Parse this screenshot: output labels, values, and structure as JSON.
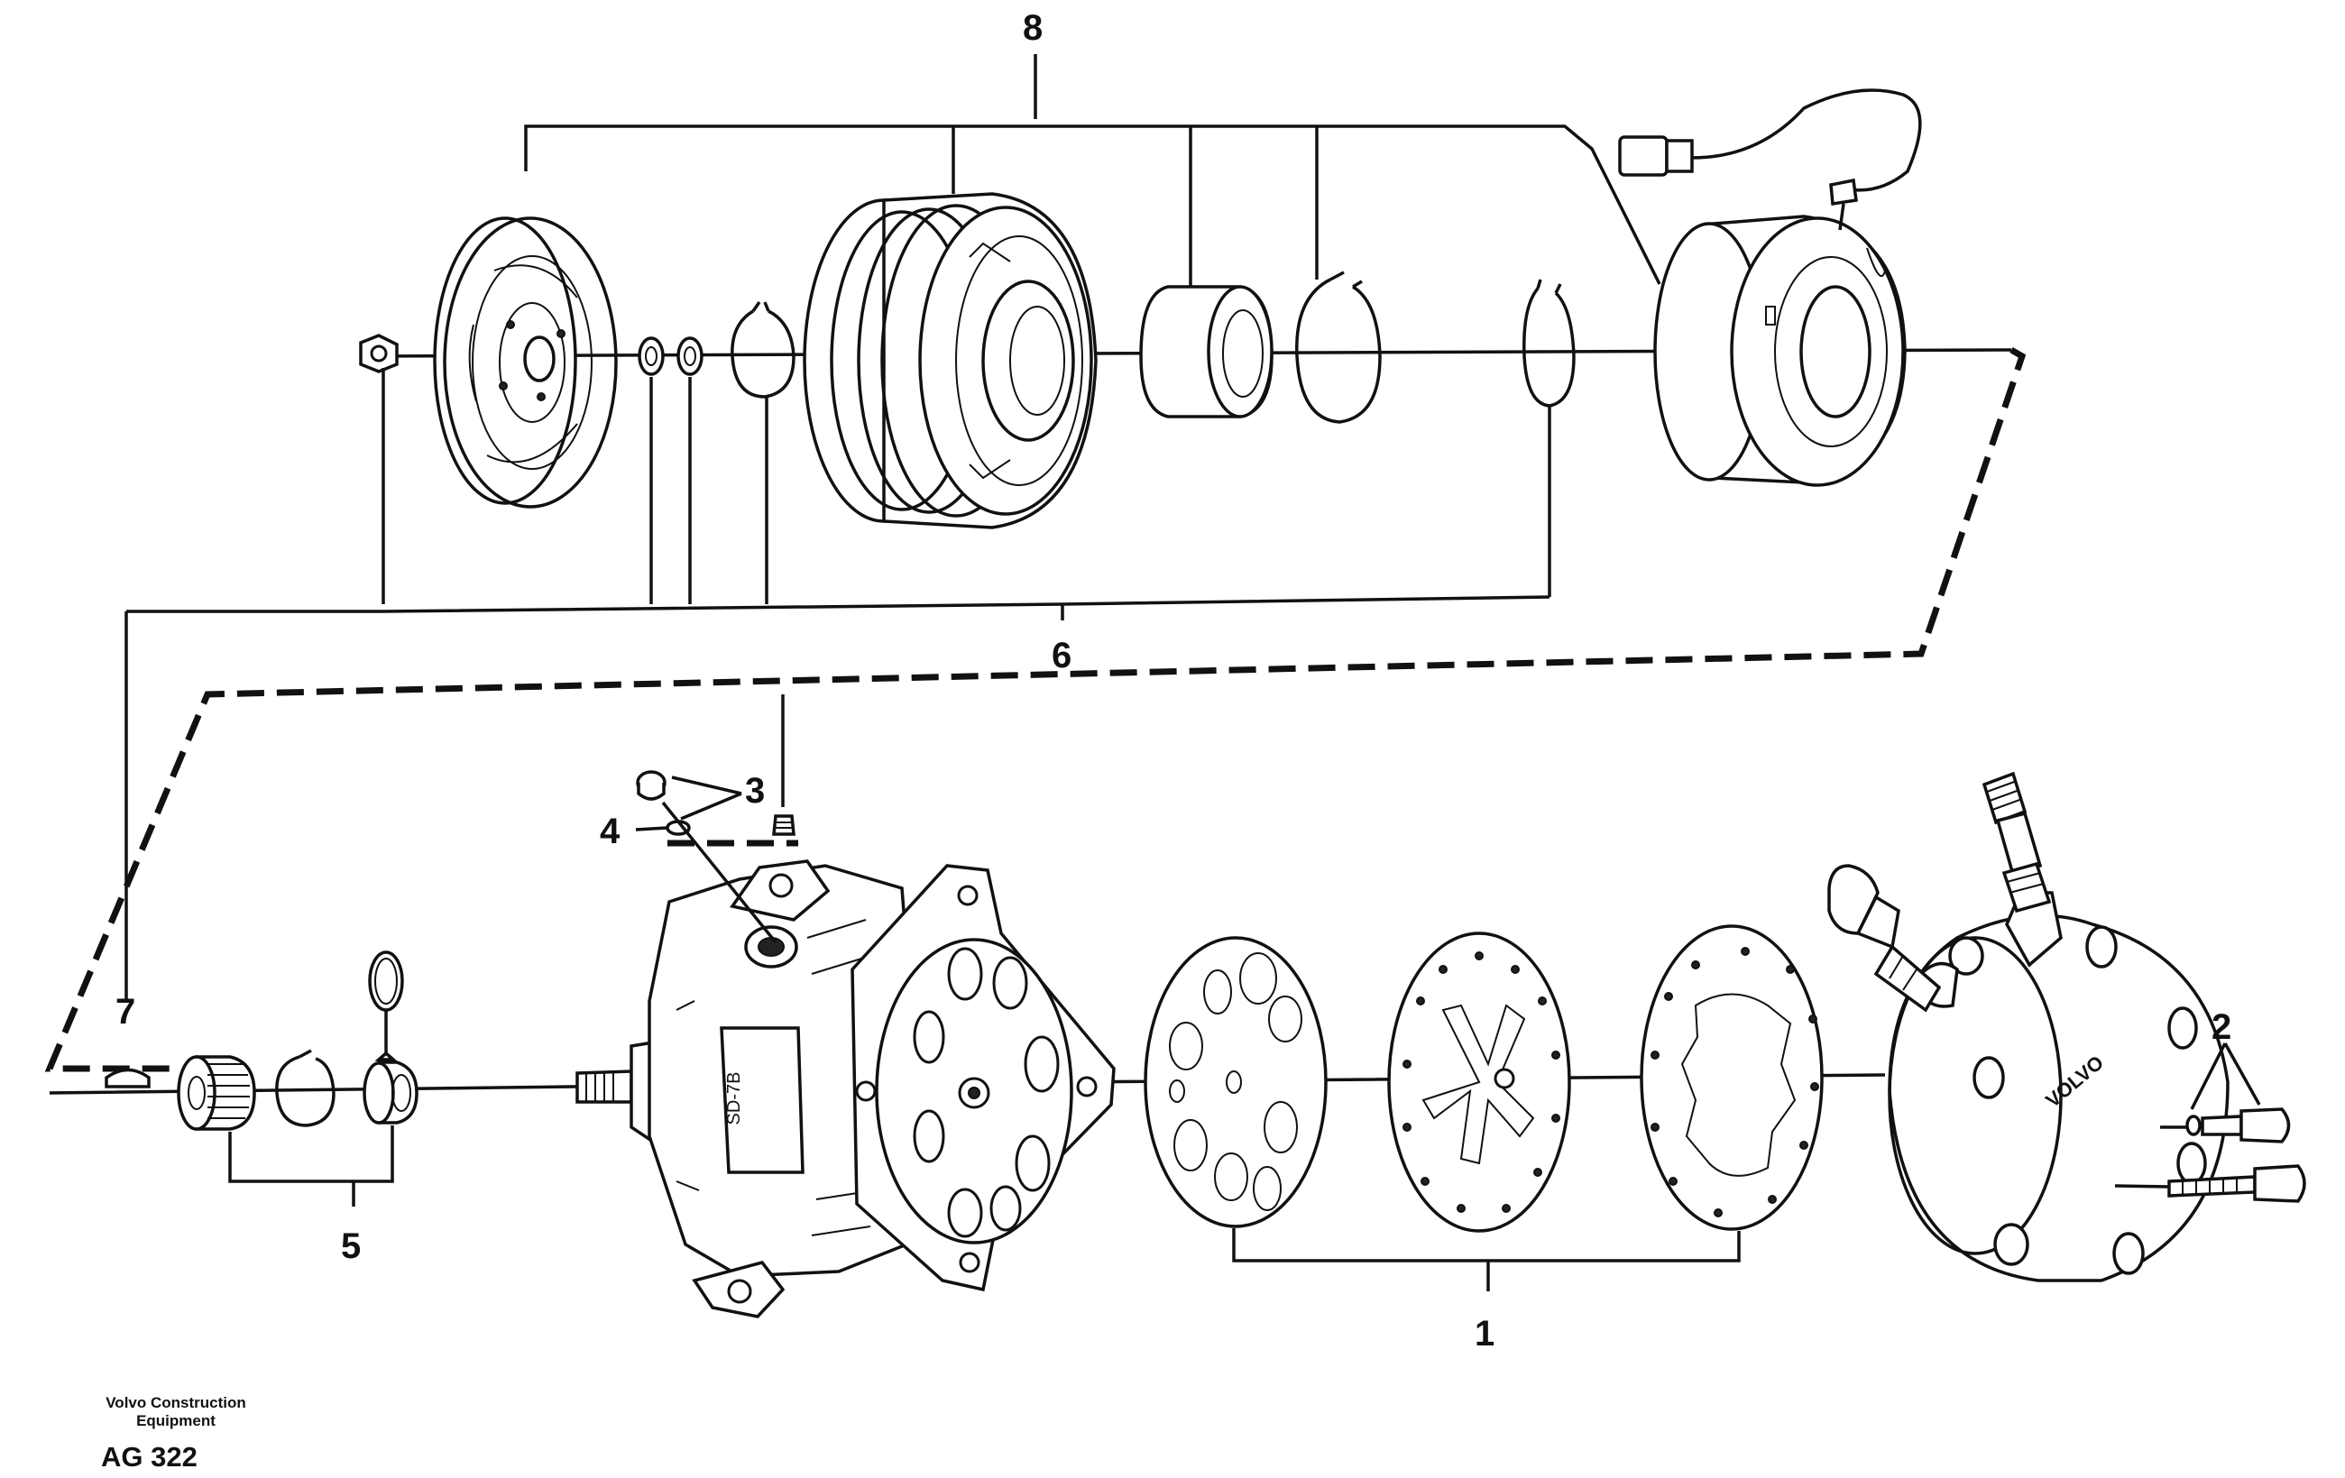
{
  "callouts": {
    "c1": "1",
    "c2": "2",
    "c3": "3",
    "c4": "4",
    "c5": "5",
    "c6": "6",
    "c7": "7",
    "c8": "8"
  },
  "footer": {
    "company_line1": "Volvo Construction",
    "company_line2": "Equipment",
    "doc_code": "AG 322"
  },
  "parts_labels": {
    "compressor_plate": "SD-7B",
    "cover_logo": "VOLVO"
  }
}
